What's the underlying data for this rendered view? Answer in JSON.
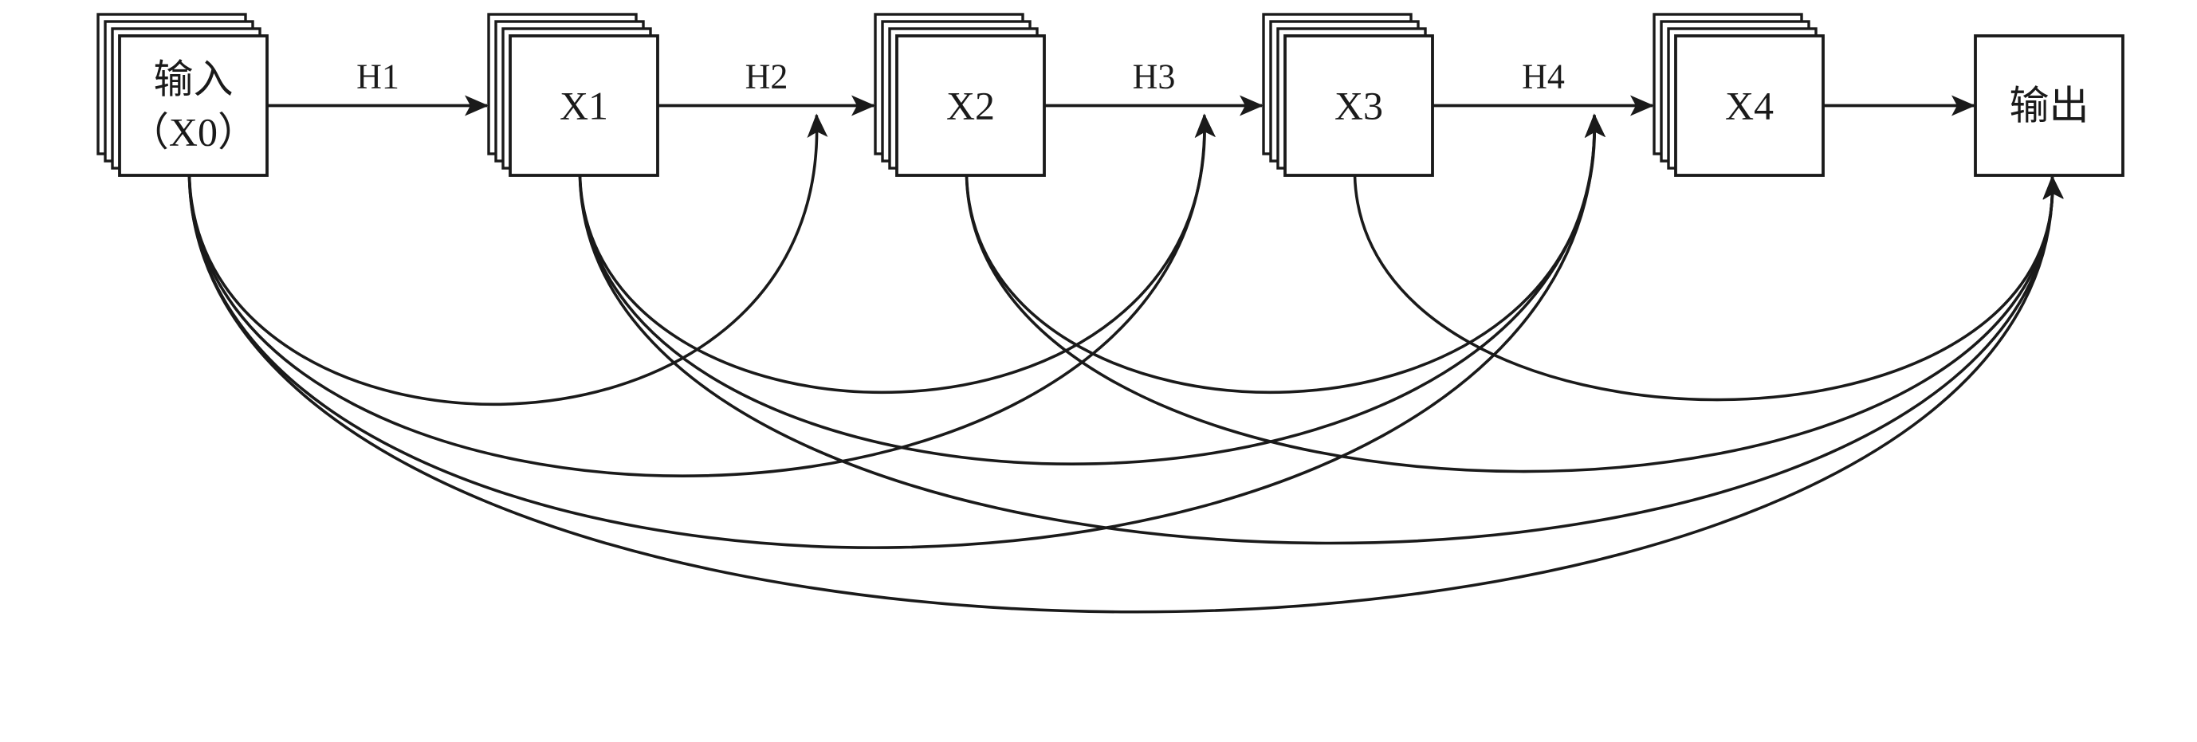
{
  "nodes": [
    {
      "id": "x0",
      "label_lines": [
        "输入",
        "（X0）"
      ],
      "stacked": true
    },
    {
      "id": "x1",
      "label_lines": [
        "X1"
      ],
      "stacked": true
    },
    {
      "id": "x2",
      "label_lines": [
        "X2"
      ],
      "stacked": true
    },
    {
      "id": "x3",
      "label_lines": [
        "X3"
      ],
      "stacked": true
    },
    {
      "id": "x4",
      "label_lines": [
        "X4"
      ],
      "stacked": true
    },
    {
      "id": "out",
      "label_lines": [
        "输出"
      ],
      "stacked": false
    }
  ],
  "edges": [
    {
      "from": "x0",
      "to": "x1",
      "label": "H1"
    },
    {
      "from": "x1",
      "to": "x2",
      "label": "H2"
    },
    {
      "from": "x2",
      "to": "x3",
      "label": "H3"
    },
    {
      "from": "x3",
      "to": "x4",
      "label": "H4"
    },
    {
      "from": "x4",
      "to": "out",
      "label": ""
    }
  ],
  "skip_connections": [
    {
      "from": "x0",
      "to": "x2"
    },
    {
      "from": "x0",
      "to": "x3"
    },
    {
      "from": "x0",
      "to": "x4"
    },
    {
      "from": "x0",
      "to": "out"
    },
    {
      "from": "x1",
      "to": "x3"
    },
    {
      "from": "x1",
      "to": "x4"
    },
    {
      "from": "x1",
      "to": "out"
    },
    {
      "from": "x2",
      "to": "x4"
    },
    {
      "from": "x2",
      "to": "out"
    },
    {
      "from": "x3",
      "to": "out"
    }
  ],
  "colors": {
    "stroke": "#1a1a1a",
    "background": "#ffffff"
  }
}
